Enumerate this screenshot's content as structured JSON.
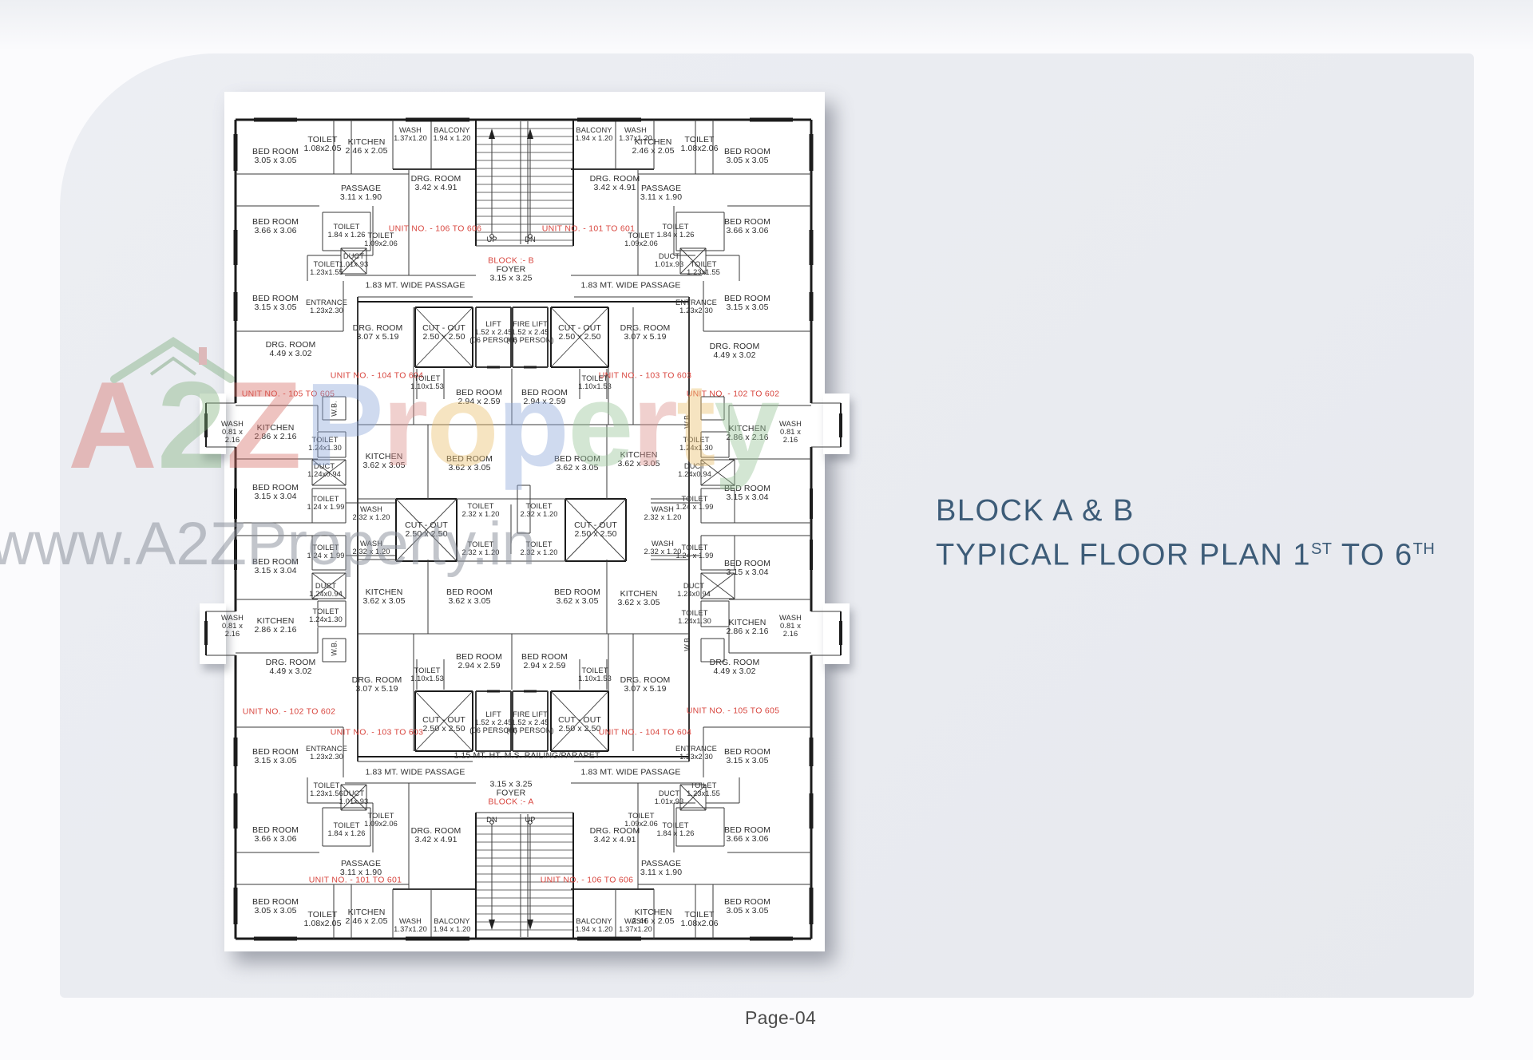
{
  "title": {
    "line1": "BLOCK A & B",
    "line2_prefix": "TYPICAL FLOOR PLAN 1",
    "sup1": "ST",
    "line2_mid": " TO 6",
    "sup2": "TH"
  },
  "footer": {
    "page_label": "Page-04"
  },
  "watermark": {
    "logo": {
      "a": "A",
      "two": "2",
      "z": "Z"
    },
    "brand_letters": [
      {
        "ch": "P",
        "color": "#8ea8da"
      },
      {
        "ch": "r",
        "color": "#dc908c"
      },
      {
        "ch": "o",
        "color": "#ecc06e"
      },
      {
        "ch": "p",
        "color": "#8ea8da"
      },
      {
        "ch": "e",
        "color": "#97c497"
      },
      {
        "ch": "r",
        "color": "#dc908c"
      },
      {
        "ch": "t",
        "color": "#ecc06e"
      },
      {
        "ch": "y",
        "color": "#97c497"
      }
    ],
    "url": "www.A2ZProperty.in"
  },
  "plan": {
    "accent_red": "#d8453e",
    "labels": [
      [
        345,
        196,
        "BED ROOM|3.05 x 3.05",
        ""
      ],
      [
        404,
        181,
        "TOILET|1.08x2.05",
        ""
      ],
      [
        459,
        184,
        "KITCHEN|2.46 x 2.05",
        ""
      ],
      [
        514,
        169,
        "WASH|1.37x1.20",
        "s"
      ],
      [
        566,
        169,
        "BALCONY|1.94 x 1.20",
        "s"
      ],
      [
        546,
        230,
        "DRG. ROOM|3.42 x 4.91",
        ""
      ],
      [
        452,
        242,
        "PASSAGE|3.11 x 1.90",
        ""
      ],
      [
        345,
        284,
        "BED ROOM|3.66 x 3.06",
        ""
      ],
      [
        434,
        290,
        "TOILET|1.84 x 1.26",
        "s"
      ],
      [
        477,
        301,
        "TOILET|1.09x2.06",
        "s"
      ],
      [
        545,
        287,
        "UNIT NO. - 106 TO 606",
        "r"
      ],
      [
        409,
        337,
        "TOILET|1.23x1.55",
        "s"
      ],
      [
        443,
        327,
        "DUCT|1.01x.93",
        "s"
      ],
      [
        345,
        380,
        "BED ROOM|3.15 x 3.05",
        ""
      ],
      [
        409,
        385,
        "ENTRANCE|1.23x2.30",
        "s"
      ],
      [
        520,
        358,
        "1.83 MT. WIDE PASSAGE",
        ""
      ],
      [
        744,
        169,
        "BALCONY|1.94 x 1.20",
        "s"
      ],
      [
        796,
        169,
        "WASH|1.37x1.20",
        "s"
      ],
      [
        818,
        184,
        "KITCHEN|2.46 x 2.05",
        ""
      ],
      [
        876,
        181,
        "TOILET|1.08x2.06",
        ""
      ],
      [
        936,
        196,
        "BED ROOM|3.05 x 3.05",
        ""
      ],
      [
        770,
        230,
        "DRG. ROOM|3.42 x 4.91",
        ""
      ],
      [
        828,
        242,
        "PASSAGE|3.11 x 1.90",
        ""
      ],
      [
        936,
        284,
        "BED ROOM|3.66 x 3.06",
        ""
      ],
      [
        846,
        290,
        "TOILET|1.84 x 1.26",
        "s"
      ],
      [
        803,
        301,
        "TOILET|1.09x2.06",
        "s"
      ],
      [
        737,
        287,
        "UNIT NO. - 101 TO 601",
        "r"
      ],
      [
        881,
        337,
        "TOILET|1.23x1.55",
        "s"
      ],
      [
        838,
        327,
        "DUCT|1.01x.93",
        "s"
      ],
      [
        936,
        380,
        "BED ROOM|3.15 x 3.05",
        ""
      ],
      [
        872,
        385,
        "ENTRANCE|1.23x2.30",
        "s"
      ],
      [
        790,
        358,
        "1.83 MT. WIDE PASSAGE",
        ""
      ],
      [
        616,
        301,
        "UP",
        "s"
      ],
      [
        664,
        301,
        "DN",
        "s"
      ],
      [
        640,
        327,
        "BLOCK :- B",
        "r"
      ],
      [
        640,
        338,
        "FOYER",
        ""
      ],
      [
        640,
        349,
        "3.15 x 3.25",
        ""
      ],
      [
        473,
        417,
        "DRG. ROOM|3.07 x 5.19",
        ""
      ],
      [
        556,
        417,
        "CUT - OUT|2.50 x 2.50",
        ""
      ],
      [
        618,
        417,
        "LIFT|1.52 x 2.45|(06 PERSON)",
        "s"
      ],
      [
        664,
        417,
        "FIRE LIFT|1.52 x 2.45|(06 PERSON)",
        "s"
      ],
      [
        726,
        417,
        "CUT - OUT|2.50 x 2.50",
        ""
      ],
      [
        808,
        417,
        "DRG. ROOM|3.07 x 5.19",
        ""
      ],
      [
        472,
        471,
        "UNIT NO. - 104 TO 604",
        "r"
      ],
      [
        808,
        471,
        "UNIT NO. - 103 TO 603",
        "r"
      ],
      [
        535,
        480,
        "TOILET|1.10x1.53",
        "s"
      ],
      [
        745,
        480,
        "TOILET|1.10x1.53",
        "s"
      ],
      [
        600,
        498,
        "BED ROOM|2.94 x 2.59",
        ""
      ],
      [
        682,
        498,
        "BED ROOM|2.94 x 2.59",
        ""
      ],
      [
        361,
        494,
        "UNIT NO. - 105 TO 605",
        "r"
      ],
      [
        918,
        494,
        "UNIT NO. - 102 TO 602",
        "r"
      ],
      [
        291,
        542,
        "WASH|0.81 x|2.16",
        "s"
      ],
      [
        345,
        542,
        "KITCHEN|2.86 x 2.16",
        ""
      ],
      [
        419,
        512,
        "W.B.",
        "v"
      ],
      [
        407,
        557,
        "TOILET|1.24x1.30",
        "s"
      ],
      [
        406,
        590,
        "DUCT|1.24x0.94",
        "s"
      ],
      [
        481,
        578,
        "KITCHEN|3.62 x 3.05",
        ""
      ],
      [
        588,
        581,
        "BED ROOM|3.62 x 3.05",
        ""
      ],
      [
        723,
        581,
        "BED ROOM|3.62 x 3.05",
        ""
      ],
      [
        800,
        576,
        "KITCHEN|3.62 x 3.05",
        ""
      ],
      [
        872,
        557,
        "TOILET|1.24x1.30",
        "s"
      ],
      [
        870,
        590,
        "DUCT|1.24x0.94",
        "s"
      ],
      [
        861,
        527,
        "W.B.",
        "v"
      ],
      [
        936,
        543,
        "KITCHEN|2.86 x 2.16",
        ""
      ],
      [
        990,
        542,
        "WASH|0.81 x|2.16",
        "s"
      ],
      [
        345,
        617,
        "BED ROOM|3.15 x 3.04",
        ""
      ],
      [
        936,
        618,
        "BED ROOM|3.15 x 3.04",
        ""
      ],
      [
        364,
        438,
        "DRG. ROOM|4.49 x 3.02",
        ""
      ],
      [
        920,
        440,
        "DRG. ROOM|4.49 x 3.02",
        ""
      ],
      [
        408,
        631,
        "TOILET|1.24 x 1.99",
        "s"
      ],
      [
        408,
        692,
        "TOILET|1.24 x 1.99",
        "s"
      ],
      [
        465,
        644,
        "WASH|2.32 x 1.20",
        "s"
      ],
      [
        465,
        687,
        "WASH|2.32 x 1.20",
        "s"
      ],
      [
        534,
        664,
        "CUT - OUT|2.50 x 2.50",
        ""
      ],
      [
        602,
        640,
        "TOILET|2.32 x 1.20",
        "s"
      ],
      [
        602,
        688,
        "TOILET|2.32 x 1.20",
        "s"
      ],
      [
        675,
        640,
        "TOILET|2.32 x 1.20",
        "s"
      ],
      [
        675,
        688,
        "TOILET|2.32 x 1.20",
        "s"
      ],
      [
        746,
        664,
        "CUT - OUT|2.50 x 2.50",
        ""
      ],
      [
        830,
        644,
        "WASH|2.32 x 1.20",
        "s"
      ],
      [
        830,
        687,
        "WASH|2.32 x 1.20",
        "s"
      ],
      [
        870,
        631,
        "TOILET|1.24 x 1.99",
        "s"
      ],
      [
        870,
        692,
        "TOILET|1.24 x 1.99",
        "s"
      ],
      [
        364,
        836,
        "DRG. ROOM|4.49 x 3.02",
        ""
      ],
      [
        920,
        836,
        "DRG. ROOM|4.49 x 3.02",
        ""
      ],
      [
        345,
        710,
        "BED ROOM|3.15 x 3.04",
        ""
      ],
      [
        936,
        712,
        "BED ROOM|3.15 x 3.04",
        ""
      ],
      [
        291,
        785,
        "WASH|0.81 x|2.16",
        "s"
      ],
      [
        345,
        784,
        "KITCHEN|2.86 x 2.16",
        ""
      ],
      [
        419,
        812,
        "W.B.",
        "v"
      ],
      [
        408,
        772,
        "TOILET|1.24x1.30",
        "s"
      ],
      [
        408,
        740,
        "DUCT|1.24x0.94",
        "s"
      ],
      [
        481,
        748,
        "KITCHEN|3.62 x 3.05",
        ""
      ],
      [
        588,
        748,
        "BED ROOM|3.62 x 3.05",
        ""
      ],
      [
        723,
        748,
        "BED ROOM|3.62 x 3.05",
        ""
      ],
      [
        800,
        750,
        "KITCHEN|3.62 x 3.05",
        ""
      ],
      [
        861,
        806,
        "W.B.",
        "v"
      ],
      [
        870,
        774,
        "TOILET|1.24x1.30",
        "s"
      ],
      [
        869,
        740,
        "DUCT|1.24x0.94",
        "s"
      ],
      [
        936,
        786,
        "KITCHEN|2.86 x 2.16",
        ""
      ],
      [
        990,
        785,
        "WASH|0.81 x|2.16",
        "s"
      ],
      [
        362,
        892,
        "UNIT NO. - 102 TO 602",
        "r"
      ],
      [
        918,
        891,
        "UNIT NO. - 105 TO 605",
        "r"
      ],
      [
        600,
        829,
        "BED ROOM|2.94 x 2.59",
        ""
      ],
      [
        682,
        829,
        "BED ROOM|2.94 x 2.59",
        ""
      ],
      [
        535,
        846,
        "TOILET|1.10x1.53",
        "s"
      ],
      [
        745,
        846,
        "TOILET|1.10x1.53",
        "s"
      ],
      [
        472,
        858,
        "DRG. ROOM|3.07 x 5.19",
        ""
      ],
      [
        808,
        858,
        "DRG. ROOM|3.07 x 5.19",
        ""
      ],
      [
        556,
        908,
        "CUT - OUT|2.50 x 2.50",
        ""
      ],
      [
        618,
        906,
        "LIFT|1.52 x 2.45|(06 PERSON)",
        "s"
      ],
      [
        664,
        906,
        "FIRE LIFT|1.52 x 2.45|(06 PERSON)",
        "s"
      ],
      [
        726,
        908,
        "CUT - OUT|2.50 x 2.50",
        ""
      ],
      [
        472,
        918,
        "UNIT NO. - 103 TO 603",
        "r"
      ],
      [
        808,
        918,
        "UNIT NO. - 104 TO 604",
        "r"
      ],
      [
        660,
        947,
        "1.15 MT. HT. M.S. RAILING/PARAPET",
        ""
      ],
      [
        409,
        944,
        "ENTRANCE|1.23x2.30",
        "s"
      ],
      [
        872,
        944,
        "ENTRANCE|1.23x2.30",
        "s"
      ],
      [
        520,
        968,
        "1.83 MT. WIDE PASSAGE",
        ""
      ],
      [
        790,
        968,
        "1.83 MT. WIDE PASSAGE",
        ""
      ],
      [
        345,
        948,
        "BED ROOM|3.15 x 3.05",
        ""
      ],
      [
        936,
        948,
        "BED ROOM|3.15 x 3.05",
        ""
      ],
      [
        409,
        990,
        "TOILET|1.23x1.56",
        "s"
      ],
      [
        881,
        990,
        "TOILET|1.23x1.55",
        "s"
      ],
      [
        443,
        1000,
        "DUCT|1.01x.93",
        "s"
      ],
      [
        838,
        1000,
        "DUCT|1.01x.93",
        "s"
      ],
      [
        640,
        983,
        "3.15 x 3.25",
        ""
      ],
      [
        640,
        994,
        "FOYER",
        ""
      ],
      [
        640,
        1005,
        "BLOCK :- A",
        "r"
      ],
      [
        616,
        1028,
        "DN",
        "s"
      ],
      [
        664,
        1028,
        "UP",
        "s"
      ],
      [
        477,
        1028,
        "TOILET|1.09x2.06",
        "s"
      ],
      [
        803,
        1028,
        "TOILET|1.09x2.06",
        "s"
      ],
      [
        434,
        1040,
        "TOILET|1.84 x 1.26",
        "s"
      ],
      [
        846,
        1040,
        "TOILET|1.84 x 1.26",
        "s"
      ],
      [
        345,
        1046,
        "BED ROOM|3.66 x 3.06",
        ""
      ],
      [
        936,
        1046,
        "BED ROOM|3.66 x 3.06",
        ""
      ],
      [
        546,
        1047,
        "DRG. ROOM|3.42 x 4.91",
        ""
      ],
      [
        770,
        1047,
        "DRG. ROOM|3.42 x 4.91",
        ""
      ],
      [
        452,
        1088,
        "PASSAGE|3.11 x 1.90",
        ""
      ],
      [
        828,
        1088,
        "PASSAGE|3.11 x 1.90",
        ""
      ],
      [
        445,
        1103,
        "UNIT NO. - 101 TO 601",
        "r"
      ],
      [
        735,
        1103,
        "UNIT NO. - 106 TO 606",
        "r"
      ],
      [
        345,
        1136,
        "BED ROOM|3.05 x 3.05",
        ""
      ],
      [
        936,
        1136,
        "BED ROOM|3.05 x 3.05",
        ""
      ],
      [
        404,
        1152,
        "TOILET|1.08x2.05",
        ""
      ],
      [
        876,
        1152,
        "TOILET|1.08x2.06",
        ""
      ],
      [
        459,
        1149,
        "KITCHEN|2.46 x 2.05",
        ""
      ],
      [
        818,
        1149,
        "KITCHEN|2.46 x 2.05",
        ""
      ],
      [
        514,
        1160,
        "WASH|1.37x1.20",
        "s"
      ],
      [
        566,
        1160,
        "BALCONY|1.94 x 1.20",
        "s"
      ],
      [
        744,
        1160,
        "BALCONY|1.94 x 1.20",
        "s"
      ],
      [
        796,
        1160,
        "WASH|1.37x1.20",
        "s"
      ]
    ]
  }
}
